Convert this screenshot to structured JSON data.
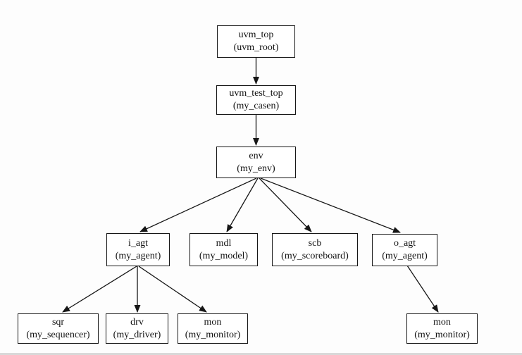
{
  "diagram": {
    "kind": "uvm-component-hierarchy-tree",
    "colors": {
      "ink": "#161616",
      "node_fill": "#ffffff",
      "background": "#fdfdfd"
    },
    "nodes": {
      "uvm_top": {
        "label": "uvm_top",
        "sublabel": "(uvm_root)"
      },
      "uvm_test_top": {
        "label": "uvm_test_top",
        "sublabel": "(my_casen)"
      },
      "env": {
        "label": "env",
        "sublabel": "(my_env)"
      },
      "i_agt": {
        "label": "i_agt",
        "sublabel": "(my_agent)"
      },
      "mdl": {
        "label": "mdl",
        "sublabel": "(my_model)"
      },
      "scb": {
        "label": "scb",
        "sublabel": "(my_scoreboard)"
      },
      "o_agt": {
        "label": "o_agt",
        "sublabel": "(my_agent)"
      },
      "sqr": {
        "label": "sqr",
        "sublabel": "(my_sequencer)"
      },
      "drv": {
        "label": "drv",
        "sublabel": "(my_driver)"
      },
      "mon_i": {
        "label": "mon",
        "sublabel": "(my_monitor)"
      },
      "mon_o": {
        "label": "mon",
        "sublabel": "(my_monitor)"
      }
    },
    "edges": [
      {
        "from": "uvm_top",
        "to": "uvm_test_top"
      },
      {
        "from": "uvm_test_top",
        "to": "env"
      },
      {
        "from": "env",
        "to": "i_agt"
      },
      {
        "from": "env",
        "to": "mdl"
      },
      {
        "from": "env",
        "to": "scb"
      },
      {
        "from": "env",
        "to": "o_agt"
      },
      {
        "from": "i_agt",
        "to": "sqr"
      },
      {
        "from": "i_agt",
        "to": "drv"
      },
      {
        "from": "i_agt",
        "to": "mon_i"
      },
      {
        "from": "o_agt",
        "to": "mon_o"
      }
    ]
  }
}
